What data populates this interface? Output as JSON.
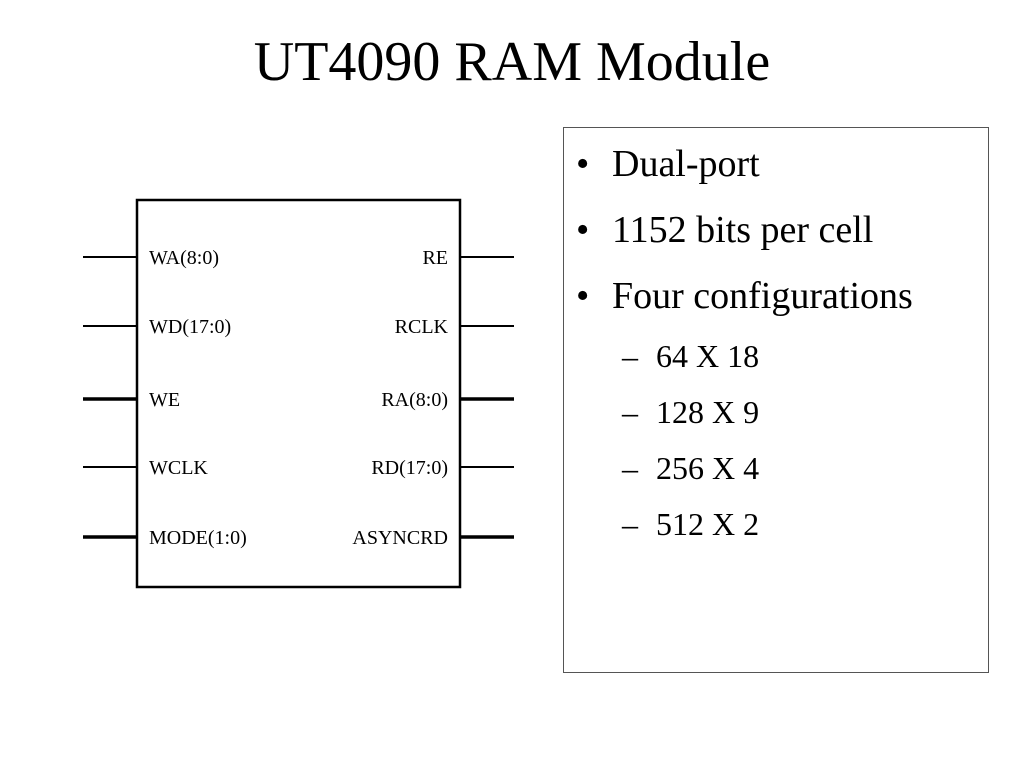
{
  "slide": {
    "title": "UT4090 RAM Module"
  },
  "diagram": {
    "left_ports": [
      {
        "label": "WA(8:0)",
        "bus": false
      },
      {
        "label": "WD(17:0)",
        "bus": false
      },
      {
        "label": "WE",
        "bus": true
      },
      {
        "label": "WCLK",
        "bus": false
      },
      {
        "label": "MODE(1:0)",
        "bus": true
      }
    ],
    "right_ports": [
      {
        "label": "RE",
        "bus": false
      },
      {
        "label": "RCLK",
        "bus": false
      },
      {
        "label": "RA(8:0)",
        "bus": true
      },
      {
        "label": "RD(17:0)",
        "bus": false
      },
      {
        "label": "ASYNCRD",
        "bus": true
      }
    ]
  },
  "bullets": {
    "items": [
      "Dual-port",
      "1152 bits per cell",
      "Four configurations"
    ],
    "sub_items": [
      "64 X 18",
      "128 X 9",
      "256 X 4",
      "512 X 2"
    ],
    "bullet_mark": "•",
    "dash_mark": "–"
  }
}
